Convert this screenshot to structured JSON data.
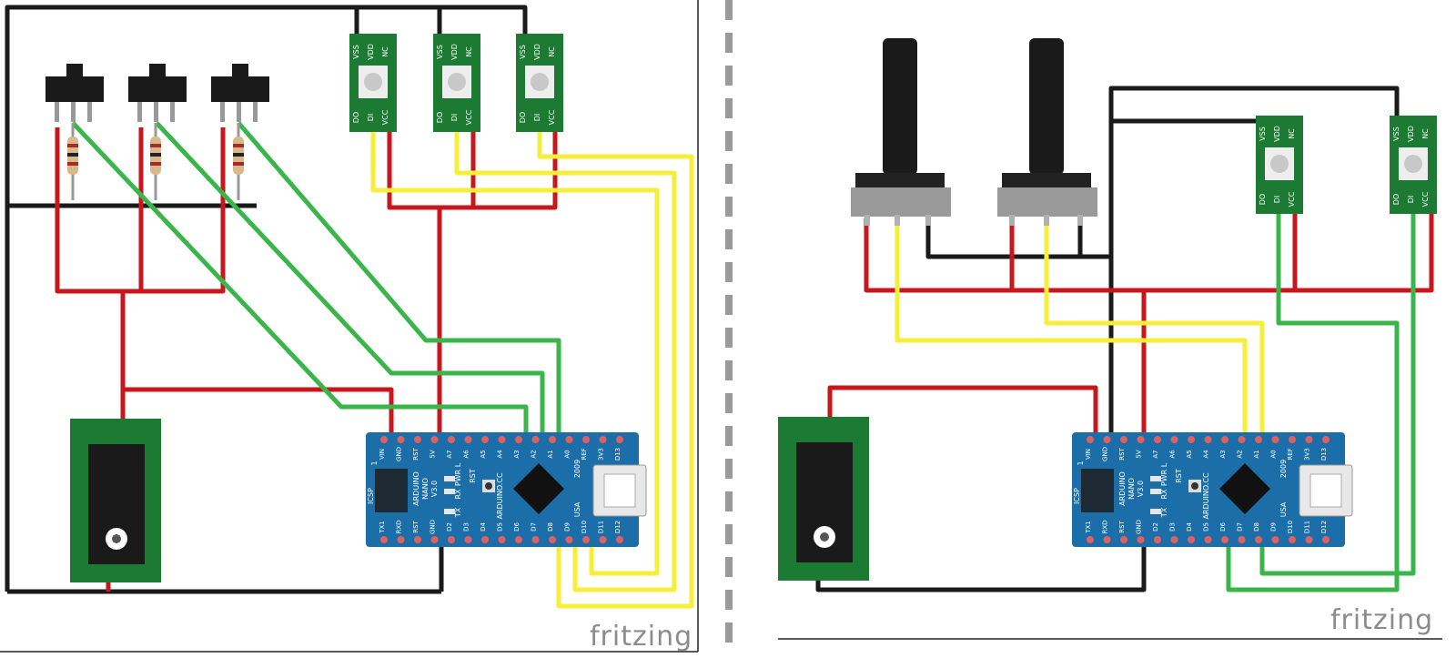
{
  "left_panel": {
    "brand": "fritzing",
    "led_pins_top": [
      "VSS",
      "VDD",
      "NC"
    ],
    "led_pins_bottom": [
      "DO",
      "DI",
      "VCC"
    ],
    "nano": {
      "top_pins": [
        "D12",
        "D11",
        "D10",
        "D9",
        "D8",
        "D7",
        "D6",
        "D5",
        "D4",
        "D3",
        "D2",
        "GND",
        "RST",
        "RXD",
        "TX1"
      ],
      "bottom_pins": [
        "VIN",
        "GND",
        "RST",
        "5V",
        "A7",
        "A6",
        "A5",
        "A4",
        "A3",
        "A2",
        "A1",
        "A0",
        "REF",
        "3V3",
        "D13"
      ],
      "labels": [
        "ARDUINO",
        "NANO",
        "V3.0",
        "ICSP",
        "RST",
        "PWR",
        "RX",
        "TX",
        "L",
        "ARDUINO.CC",
        "2009",
        "USA",
        "1"
      ]
    }
  },
  "right_panel": {
    "brand": "fritzing",
    "led_pins_top": [
      "VSS",
      "VDD",
      "NC"
    ],
    "led_pins_bottom": [
      "DO",
      "DI",
      "VCC"
    ],
    "nano": {
      "top_pins": [
        "D12",
        "D11",
        "D10",
        "D9",
        "D8",
        "D7",
        "D6",
        "D5",
        "D4",
        "D3",
        "D2",
        "GND",
        "RST",
        "RXD",
        "TX1"
      ],
      "bottom_pins": [
        "VIN",
        "GND",
        "RST",
        "5V",
        "A7",
        "A6",
        "A5",
        "A4",
        "A3",
        "A2",
        "A1",
        "A0",
        "REF",
        "3V3",
        "D13"
      ],
      "labels": [
        "ARDUINO",
        "NANO",
        "V3.0",
        "ICSP",
        "RST",
        "PWR",
        "RX",
        "TX",
        "L",
        "ARDUINO.CC",
        "2009",
        "USA",
        "1"
      ]
    }
  },
  "colors": {
    "wire_black": "#1a1a1a",
    "wire_red": "#c8161d",
    "wire_green": "#3ab54a",
    "wire_yellow": "#f6ee3a",
    "pcb_green": "#1c7a33",
    "nano_blue": "#1b6ea8",
    "divider": "#9a9a9a"
  }
}
